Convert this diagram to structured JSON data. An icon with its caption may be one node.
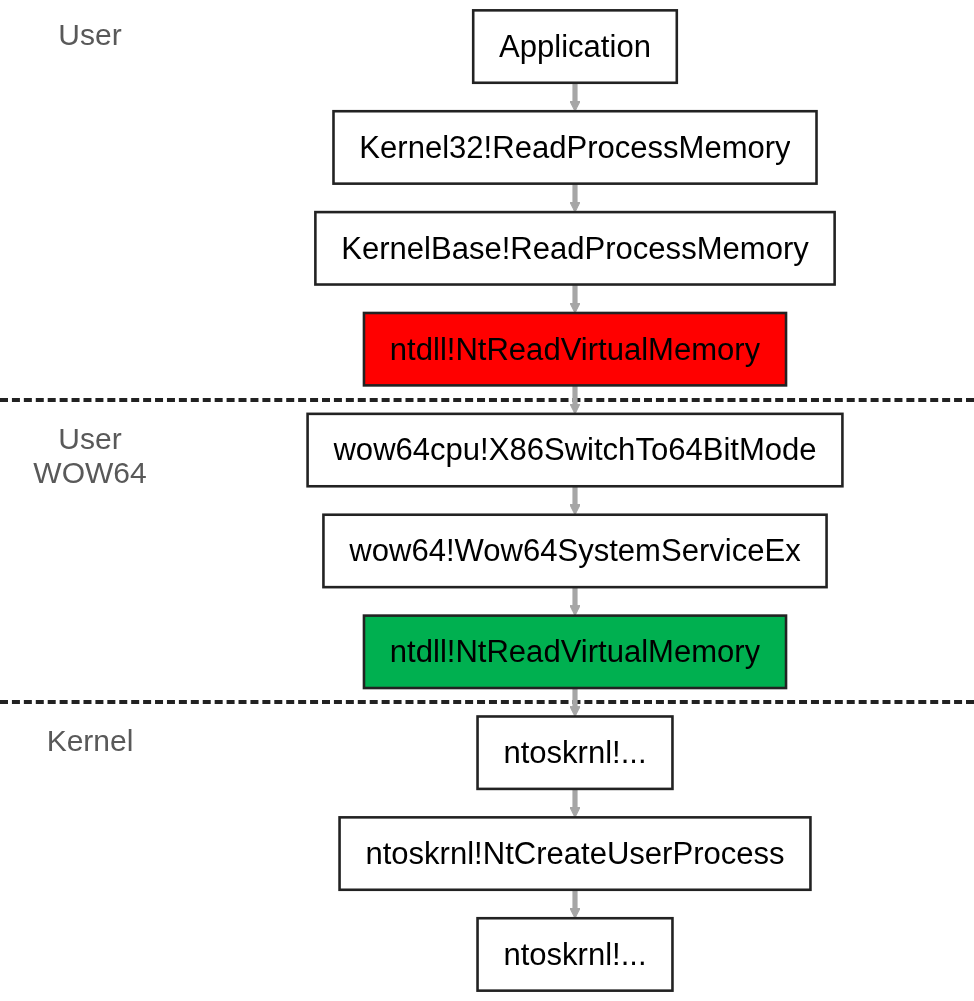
{
  "diagram": {
    "nodes": [
      {
        "text": [
          "Application"
        ]
      },
      {
        "text": [
          "Kernel32!ReadProcessMemory"
        ]
      },
      {
        "text": [
          "KernelBase!ReadProcessMemory"
        ]
      },
      {
        "text": [
          "ntdll!NtReadVirtualMemory"
        ]
      },
      {
        "text": [
          "wow64cpu!X86SwitchTo64BitMode"
        ]
      },
      {
        "text": [
          "wow64!Wow64SystemServiceEx"
        ]
      },
      {
        "text": [
          "ntdll!NtReadVirtualMemory"
        ]
      },
      {
        "text": [
          "ntoskrnl!..."
        ]
      },
      {
        "text": [
          "ntoskrnl!NtCreateUserProcess"
        ]
      },
      {
        "text": [
          "ntoskrnl!..."
        ]
      }
    ],
    "edges": [
      {
        "from": 0,
        "to": 1,
        "arrow": "to"
      },
      {
        "from": 1,
        "to": 2,
        "arrow": "to"
      },
      {
        "from": 2,
        "to": 3,
        "arrow": "to"
      },
      {
        "from": 3,
        "to": 4,
        "arrow": "to"
      },
      {
        "from": 4,
        "to": 5,
        "arrow": "to"
      },
      {
        "from": 5,
        "to": 6,
        "arrow": "to"
      },
      {
        "from": 6,
        "to": 7,
        "arrow": "to"
      },
      {
        "from": 7,
        "to": 8,
        "arrow": "to"
      },
      {
        "from": 8,
        "to": 9,
        "arrow": "to"
      }
    ],
    "labels": [
      "User",
      "User WOW64",
      "Kernel"
    ]
  }
}
